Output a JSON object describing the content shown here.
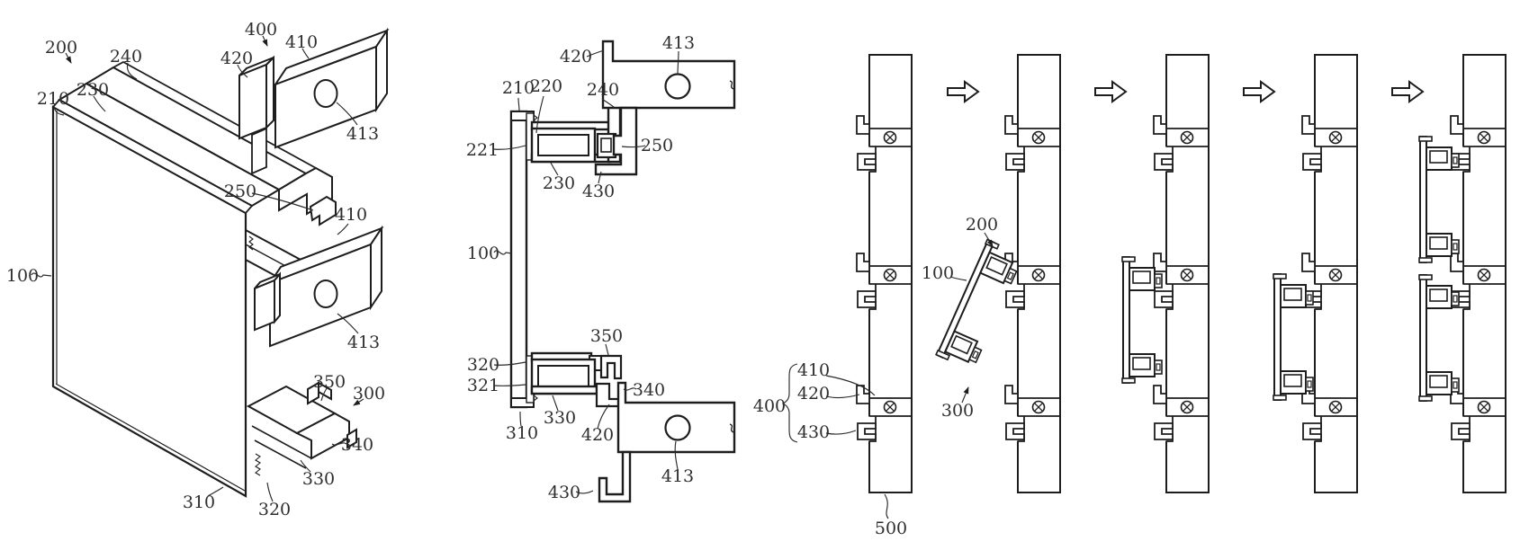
{
  "sheet": {
    "type": "patent-technical-drawing",
    "colors": {
      "ink": "#1d1d1d",
      "paper": "#ffffff"
    }
  },
  "fig_iso": {
    "name": "perspective-view-panel-and-rails",
    "labels": [
      "200",
      "240",
      "400",
      "410",
      "420",
      "210",
      "230",
      "413",
      "250",
      "410",
      "100",
      "413",
      "350",
      "300",
      "340",
      "330",
      "310",
      "320"
    ]
  },
  "fig_section": {
    "name": "cross-section-view",
    "labels": [
      "420",
      "413",
      "210",
      "220",
      "240",
      "221",
      "250",
      "230",
      "430",
      "100",
      "350",
      "320",
      "321",
      "340",
      "310",
      "330",
      "420",
      "413",
      "430"
    ]
  },
  "fig_sequence": {
    "name": "installation-sequence",
    "labels": [
      "200",
      "100",
      "300",
      "410",
      "420",
      "430",
      "400",
      "500"
    ]
  }
}
